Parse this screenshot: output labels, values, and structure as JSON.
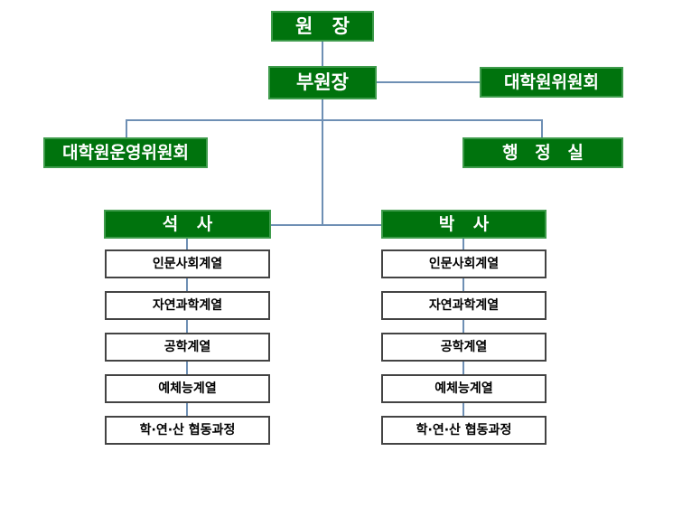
{
  "chart": {
    "title": "",
    "type": "organization-chart",
    "colors": {
      "node_fill": "#00730d",
      "node_border": "#3e9b4b",
      "node_text": "#ffffff",
      "leaf_fill": "#ffffff",
      "leaf_border": "#434343",
      "leaf_text": "#000000",
      "connector": "#6e8fb4",
      "background": "#ffffff"
    }
  },
  "nodes": {
    "director": "원 장",
    "vice_director": "부원장",
    "graduate_committee": "대학원위원회",
    "graduate_steering_committee": "대학원운영위원회",
    "administration_office": "행 정 실",
    "masters": "석 사",
    "doctorate": "박 사"
  },
  "masters_programs": [
    "인문사회계열",
    "자연과학계열",
    "공학계열",
    "예체능계열",
    "학·연·산 협동과정"
  ],
  "doctorate_programs": [
    "인문사회계열",
    "자연과학계열",
    "공학계열",
    "예체능계열",
    "학·연·산 협동과정"
  ]
}
